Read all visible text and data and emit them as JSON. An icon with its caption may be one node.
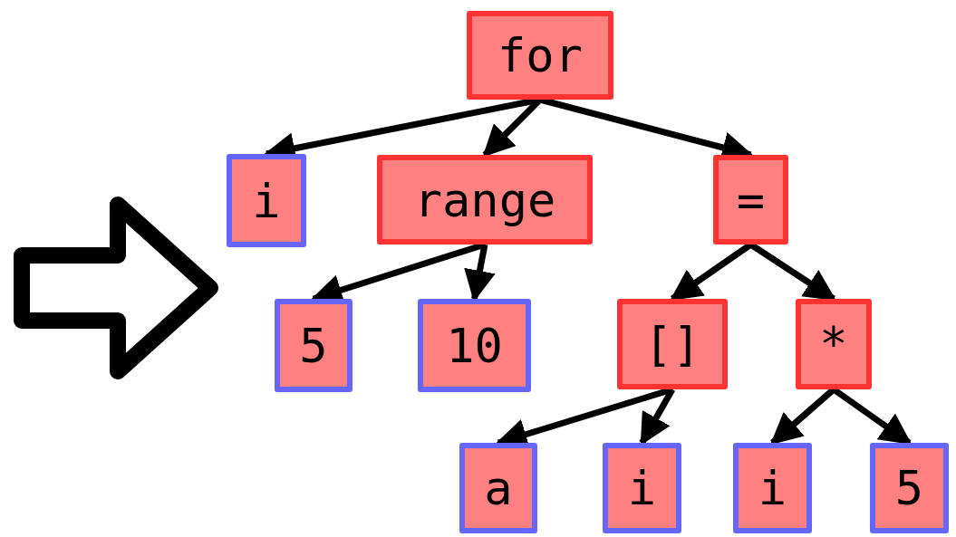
{
  "diagram": {
    "nodes": [
      {
        "text": [
          "for"
        ]
      },
      {
        "text": [
          "i"
        ]
      },
      {
        "text": [
          "range"
        ]
      },
      {
        "text": [
          "="
        ]
      },
      {
        "text": [
          "5"
        ]
      },
      {
        "text": [
          "10"
        ]
      },
      {
        "text": [
          "[]"
        ]
      },
      {
        "text": [
          "*"
        ]
      },
      {
        "text": [
          "a"
        ]
      },
      {
        "text": [
          "i"
        ]
      },
      {
        "text": [
          "i"
        ]
      },
      {
        "text": [
          "5"
        ]
      }
    ],
    "edges": [
      {
        "from": 0,
        "to": 1,
        "arrow": "to"
      },
      {
        "from": 0,
        "to": 2,
        "arrow": "to"
      },
      {
        "from": 0,
        "to": 3,
        "arrow": "to"
      },
      {
        "from": 2,
        "to": 4,
        "arrow": "to"
      },
      {
        "from": 2,
        "to": 5,
        "arrow": "to"
      },
      {
        "from": 3,
        "to": 6,
        "arrow": "to"
      },
      {
        "from": 3,
        "to": 7,
        "arrow": "to"
      },
      {
        "from": 6,
        "to": 8,
        "arrow": "to"
      },
      {
        "from": 6,
        "to": 9,
        "arrow": "to"
      },
      {
        "from": 7,
        "to": 10,
        "arrow": "to"
      },
      {
        "from": 7,
        "to": 11,
        "arrow": "to"
      }
    ]
  }
}
